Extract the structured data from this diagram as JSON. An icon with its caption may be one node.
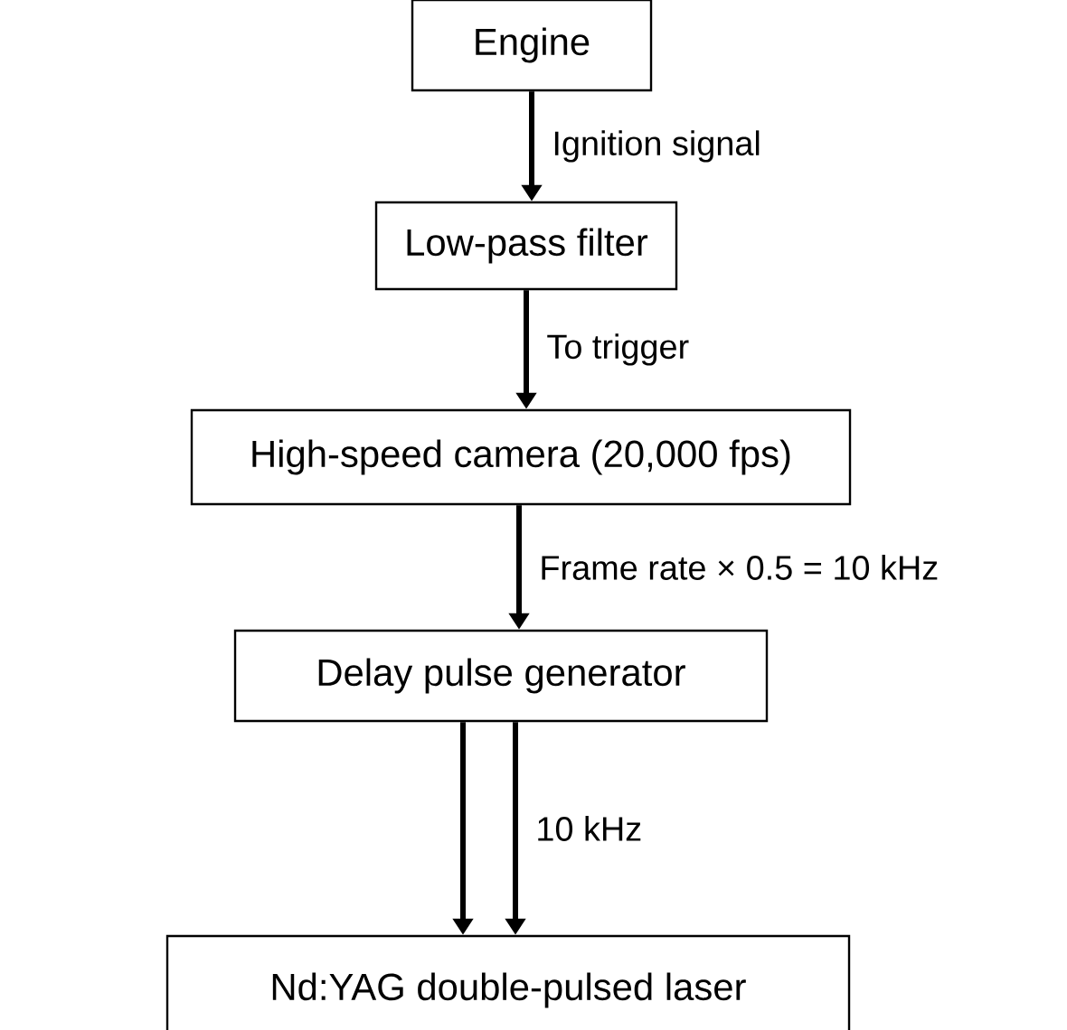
{
  "diagram": {
    "nodes": [
      {
        "text": [
          "Engine"
        ]
      },
      {
        "text": [
          "Low-pass filter"
        ]
      },
      {
        "text": [
          "High-speed camera (20,000 fps)"
        ]
      },
      {
        "text": [
          "Delay pulse generator"
        ]
      },
      {
        "text": [
          "Nd:YAG double-pulsed laser"
        ]
      }
    ],
    "edges": [
      {
        "from": 0,
        "to": 1,
        "arrow": "to",
        "label": "Ignition signal"
      },
      {
        "from": 1,
        "to": 2,
        "arrow": "to",
        "label": "To trigger"
      },
      {
        "from": 2,
        "to": 3,
        "arrow": "to",
        "label": "Frame rate × 0.5 = 10 kHz"
      },
      {
        "from": 3,
        "to": 4,
        "arrow": "to"
      },
      {
        "from": 3,
        "to": 4,
        "arrow": "to",
        "label": "10 kHz"
      }
    ]
  }
}
